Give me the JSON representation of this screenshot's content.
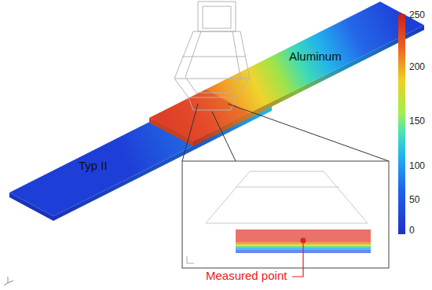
{
  "diagram": {
    "labels": [
      "Aluminum",
      "Typ II",
      "Measured point",
      "250",
      "200",
      "150",
      "100",
      "50",
      "0"
    ]
  }
}
